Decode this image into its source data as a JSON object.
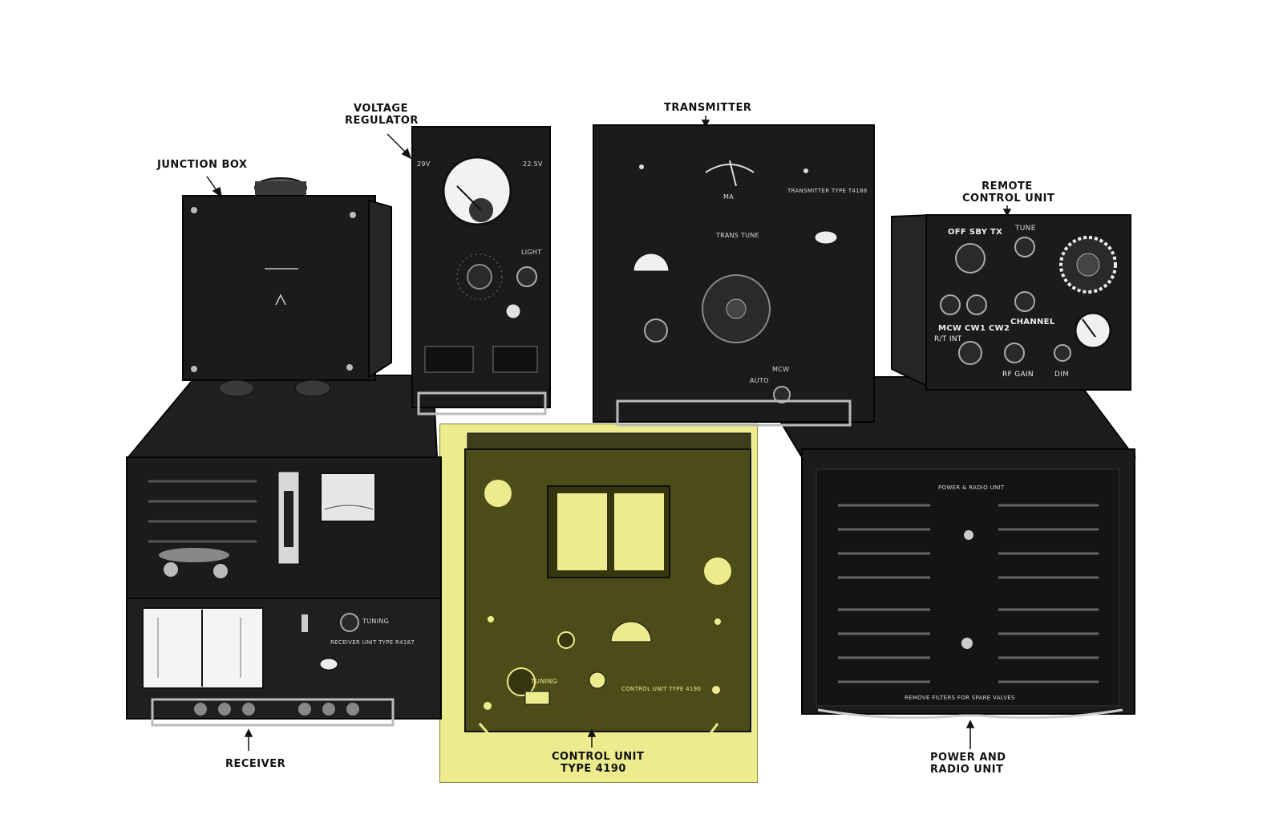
{
  "labels": {
    "junction_box": "JUNCTION BOX",
    "voltage_regulator": [
      "VOLTAGE",
      "REGULATOR"
    ],
    "transmitter": "TRANSMITTER",
    "remote_control_unit": [
      "REMOTE",
      "CONTROL UNIT"
    ],
    "receiver": "RECEIVER",
    "control_unit": [
      "CONTROL UNIT",
      "TYPE 4190"
    ],
    "power_radio_unit": [
      "POWER AND",
      "RADIO UNIT"
    ]
  },
  "panel_text": {
    "vr_left_voltage": "29V",
    "vr_right_voltage": "22.5V",
    "vr_light": "LIGHT",
    "tx_ma": "MA",
    "tx_type": "TRANSMITTER TYPE T4188",
    "tx_trans_tune": "TRANS TUNE",
    "tx_mcw": "MCW",
    "tx_auto": "AUTO",
    "rc_off_sby_tx": "OFF SBY TX",
    "rc_tune": "TUNE",
    "rc_channel": "CHANNEL",
    "rc_mcw_cw1_cw2": "MCW CW1 CW2",
    "rc_rt_int": "R/T      INT",
    "rc_rf_gain": "RF GAIN",
    "rc_dim": "DIM",
    "rx_tuning": "TUNING",
    "rx_type": "RECEIVER UNIT TYPE R4187",
    "cu_tuning": "TUNING",
    "cu_type": "CONTROL UNIT TYPE 4190",
    "pr_type": "POWER & RADIO UNIT",
    "pr_remove": "REMOVE FILTERS FOR SPARE VALVES"
  },
  "colors": {
    "highlight": "#ecec8e",
    "highlight_border": "#8a8a3a",
    "equipment": "#1a1a1a",
    "equipment_edge": "#050505",
    "panel_detail": "#d8d8d8"
  }
}
